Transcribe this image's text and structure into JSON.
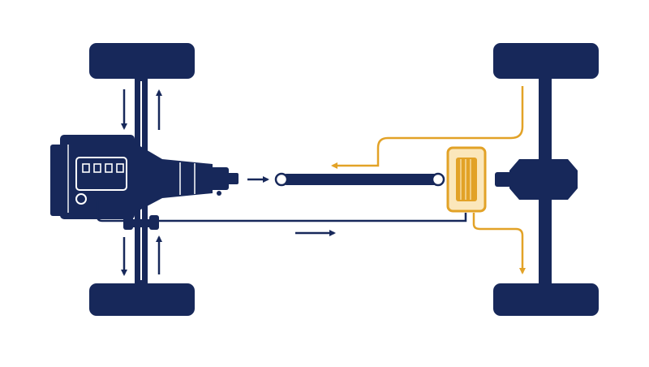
{
  "diagram": {
    "colors": {
      "primary": "#17285a",
      "accent": "#e2a227",
      "background": "#ffffff"
    },
    "components": [
      {
        "id": "wheel-front-left",
        "kind": "wheel"
      },
      {
        "id": "wheel-front-right",
        "kind": "wheel"
      },
      {
        "id": "wheel-rear-left",
        "kind": "wheel"
      },
      {
        "id": "wheel-rear-right",
        "kind": "wheel"
      },
      {
        "id": "engine",
        "kind": "engine"
      },
      {
        "id": "transmission",
        "kind": "transmission"
      },
      {
        "id": "driveshaft",
        "kind": "shaft"
      },
      {
        "id": "transfer-gear",
        "kind": "gear",
        "highlighted": true
      },
      {
        "id": "rear-differential",
        "kind": "differential"
      }
    ],
    "flows": [
      {
        "id": "front-left-down",
        "color": "primary",
        "direction": "down"
      },
      {
        "id": "front-left-up",
        "color": "primary",
        "direction": "up"
      },
      {
        "id": "engine-to-shaft",
        "color": "primary",
        "direction": "right"
      },
      {
        "id": "return-line",
        "color": "primary",
        "direction": "right"
      },
      {
        "id": "rear-to-gear",
        "color": "accent",
        "direction": "left"
      },
      {
        "id": "gear-to-rear",
        "color": "accent",
        "direction": "down"
      }
    ]
  }
}
